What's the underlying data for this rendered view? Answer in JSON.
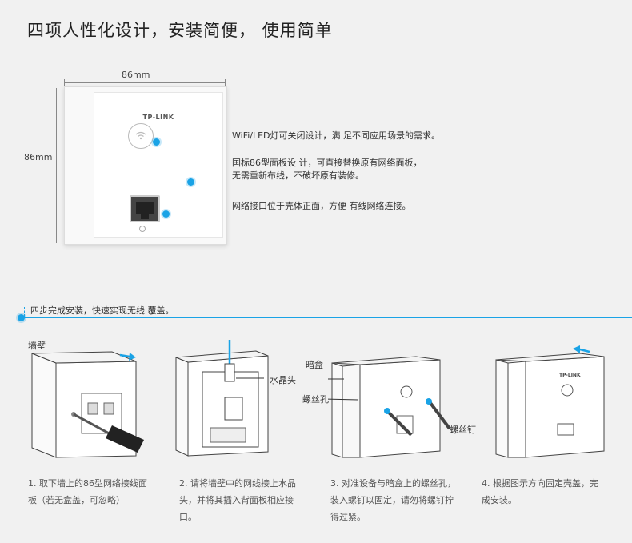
{
  "title": "四项人性化设计，安装简便， 使用简单",
  "device": {
    "width_label": "86mm",
    "height_label": "86mm",
    "brand": "TP-LINK"
  },
  "callouts": [
    {
      "text": "WiFi/LED灯可关闭设计，满 足不同应用场景的需求。"
    },
    {
      "line1": "国标86型面板设 计，可直接替换原有网络面板，",
      "line2": "无需重新布线，不破坏原有装修。"
    },
    {
      "text": "网络接口位于壳体正面，方便 有线网络连接。"
    }
  ],
  "section_title": "四步完成安装，快速实现无线 覆盖。",
  "illustration_labels": {
    "wall": "墙壁",
    "crystal_head": "水晶头",
    "dark_box": "暗盒",
    "screw_hole": "螺丝孔",
    "screw": "螺丝钉",
    "brand": "TP-LINK"
  },
  "steps": [
    {
      "text": "1. 取下墙上的86型网络接线面板（若无盒盖，可忽略）"
    },
    {
      "text": "2. 请将墙壁中的网线接上水晶头，并将其插入背面板相应接口。"
    },
    {
      "text": "3. 对准设备与暗盒上的螺丝孔，装入螺钉以固定，请勿将螺钉拧得过紧。"
    },
    {
      "text": "4. 根据图示方向固定壳盖，完成安装。"
    }
  ],
  "colors": {
    "accent": "#1aa3e6",
    "background": "#f1f1f1"
  }
}
